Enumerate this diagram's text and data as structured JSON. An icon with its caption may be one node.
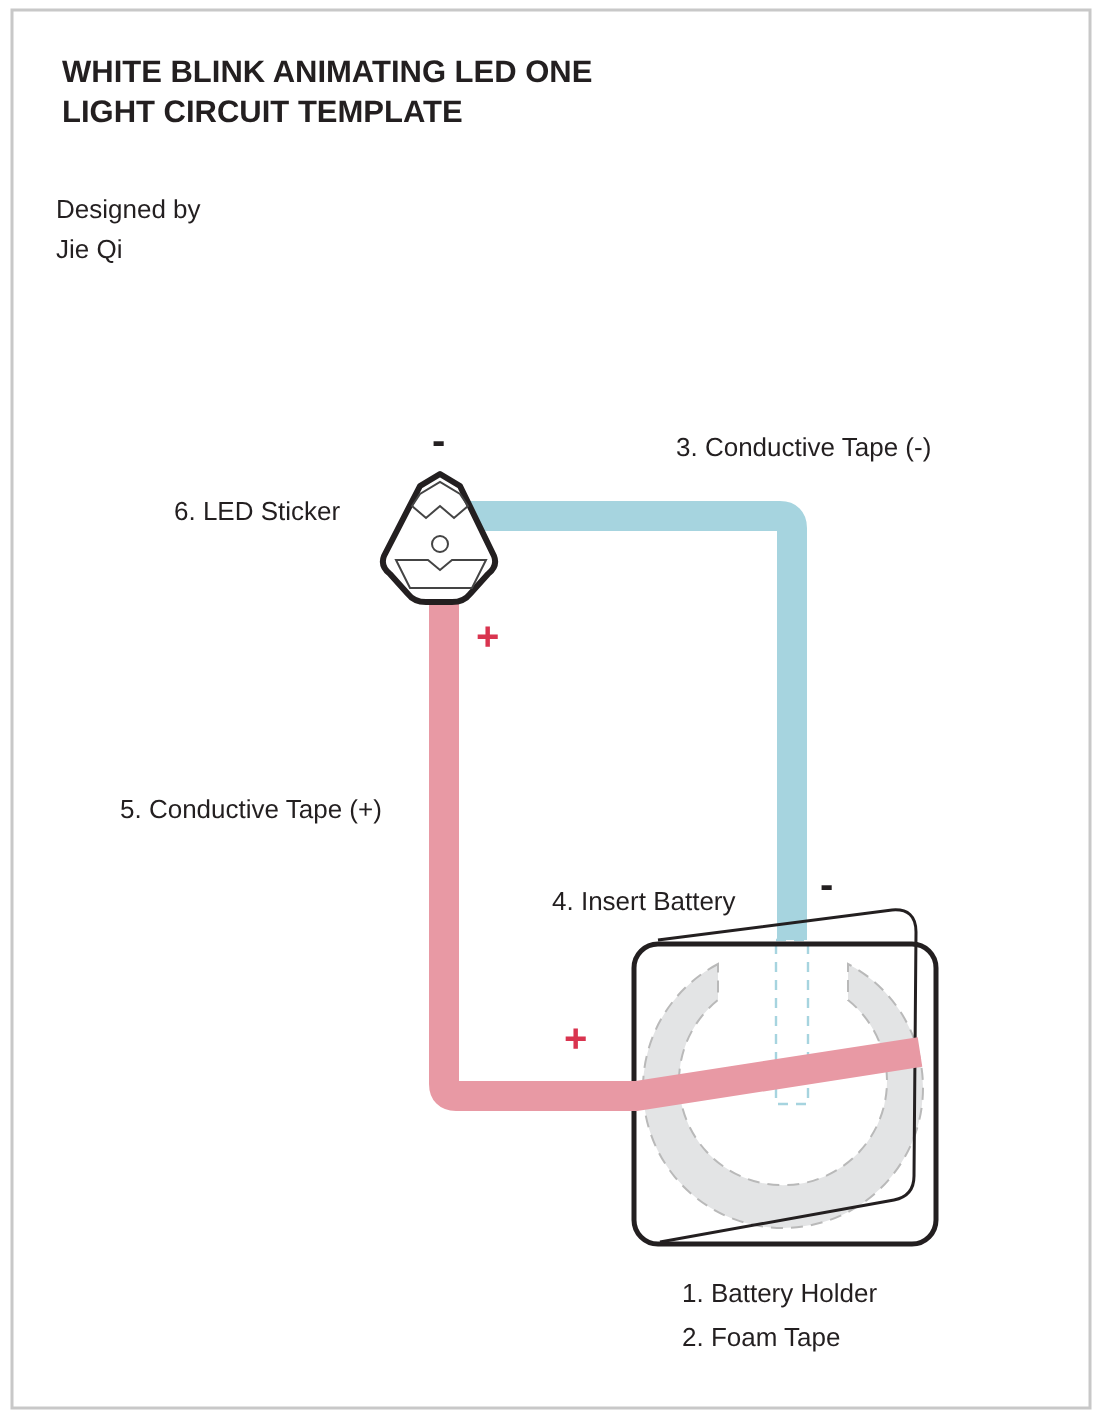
{
  "diagram": {
    "title": "WHITE BLINK ANIMATING LED ONE LIGHT CIRCUIT TEMPLATE",
    "labels": [
      "Designed by Jie Qi",
      "-",
      "6. LED Sticker",
      "3. Conductive Tape (-)",
      "+",
      "5. Conductive Tape (+)",
      "4. Insert Battery",
      "-",
      "+",
      "1. Battery Holder",
      "2. Foam Tape"
    ]
  }
}
